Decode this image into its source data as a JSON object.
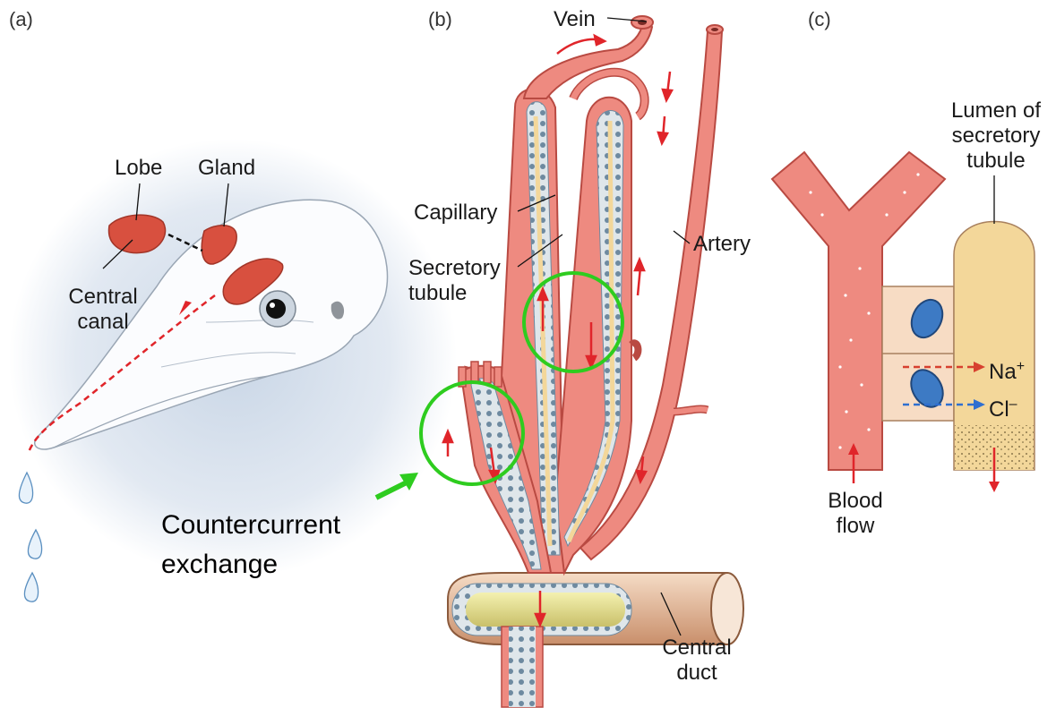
{
  "panels": {
    "a": "(a)",
    "b": "(b)",
    "c": "(c)"
  },
  "panel_a": {
    "lobe": "Lobe",
    "gland": "Gland",
    "central_canal_1": "Central",
    "central_canal_2": "canal"
  },
  "panel_b": {
    "vein": "Vein",
    "capillary": "Capillary",
    "artery": "Artery",
    "secretory_1": "Secretory",
    "secretory_2": "tubule",
    "central_duct_1": "Central",
    "central_duct_2": "duct"
  },
  "panel_c": {
    "lumen_1": "Lumen of",
    "lumen_2": "secretory",
    "lumen_3": "tubule",
    "na": "Na",
    "na_sup": "+",
    "cl": "Cl",
    "cl_sup": "–",
    "blood_1": "Blood",
    "blood_2": "flow"
  },
  "annotation": {
    "line1": "Countercurrent",
    "line2": "exchange"
  },
  "colors": {
    "vessel": "#ee8a80",
    "vessel_edge": "#b94a42",
    "tubule": "#f3d79a",
    "flow_arrow": "#e0252a",
    "highlight": "#2ecc1f",
    "cl_arrow": "#2f6fd0"
  }
}
